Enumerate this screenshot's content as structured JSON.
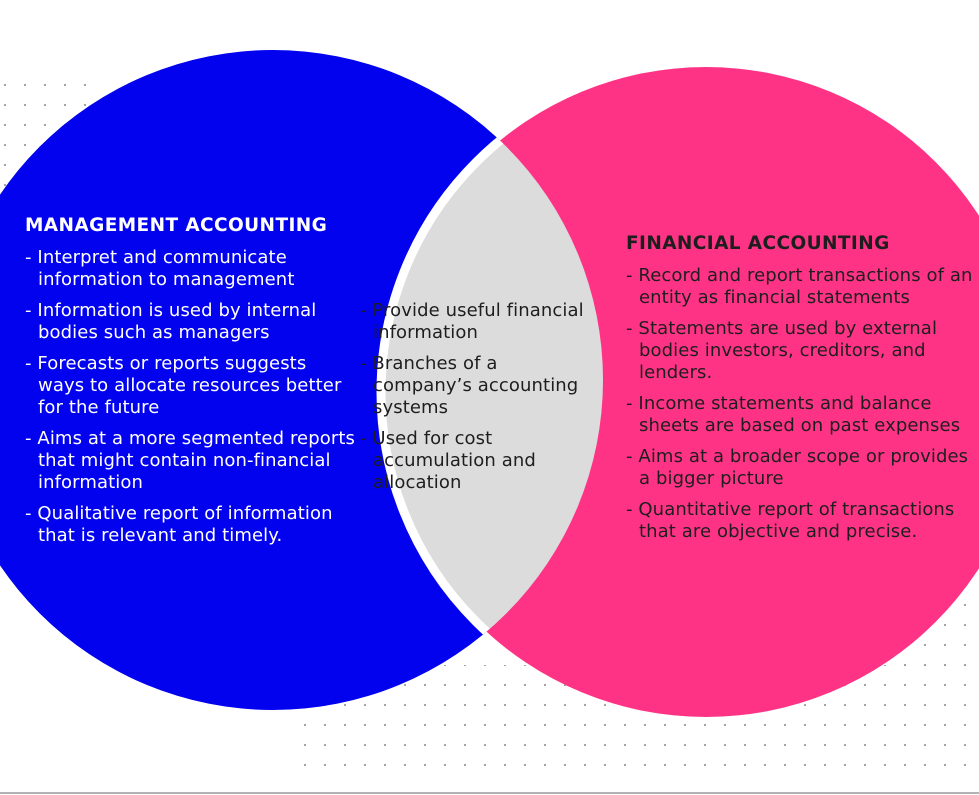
{
  "colors": {
    "management": "#0202ee",
    "financial": "#ff3385",
    "overlap": "#dcdcdc",
    "separator": "#ffffff",
    "dots": "#9a9a9a"
  },
  "management": {
    "title": "MANAGEMENT ACCOUNTING",
    "items": [
      "- Interpret and communicate information to management",
      "- Information is used by internal bodies such as managers",
      "- Forecasts or reports suggests ways to allocate resources better for the future",
      "- Aims at a more segmented reports that might contain non-financial information",
      "- Qualitative report of information that is relevant and timely."
    ]
  },
  "shared": {
    "items": [
      "- Provide useful financial information",
      "- Branches of a company’s accounting systems",
      "- Used for cost accumulation and allocation"
    ]
  },
  "financial": {
    "title": "FINANCIAL ACCOUNTING",
    "items": [
      "- Record and report transactions of an entity as financial statements",
      "- Statements are used by external bodies investors, creditors, and lenders.",
      "- Income statements and balance sheets are based on past expenses",
      "- Aims at a broader scope or provides a bigger picture",
      "- Quantitative report of transactions that are objective and precise."
    ]
  }
}
